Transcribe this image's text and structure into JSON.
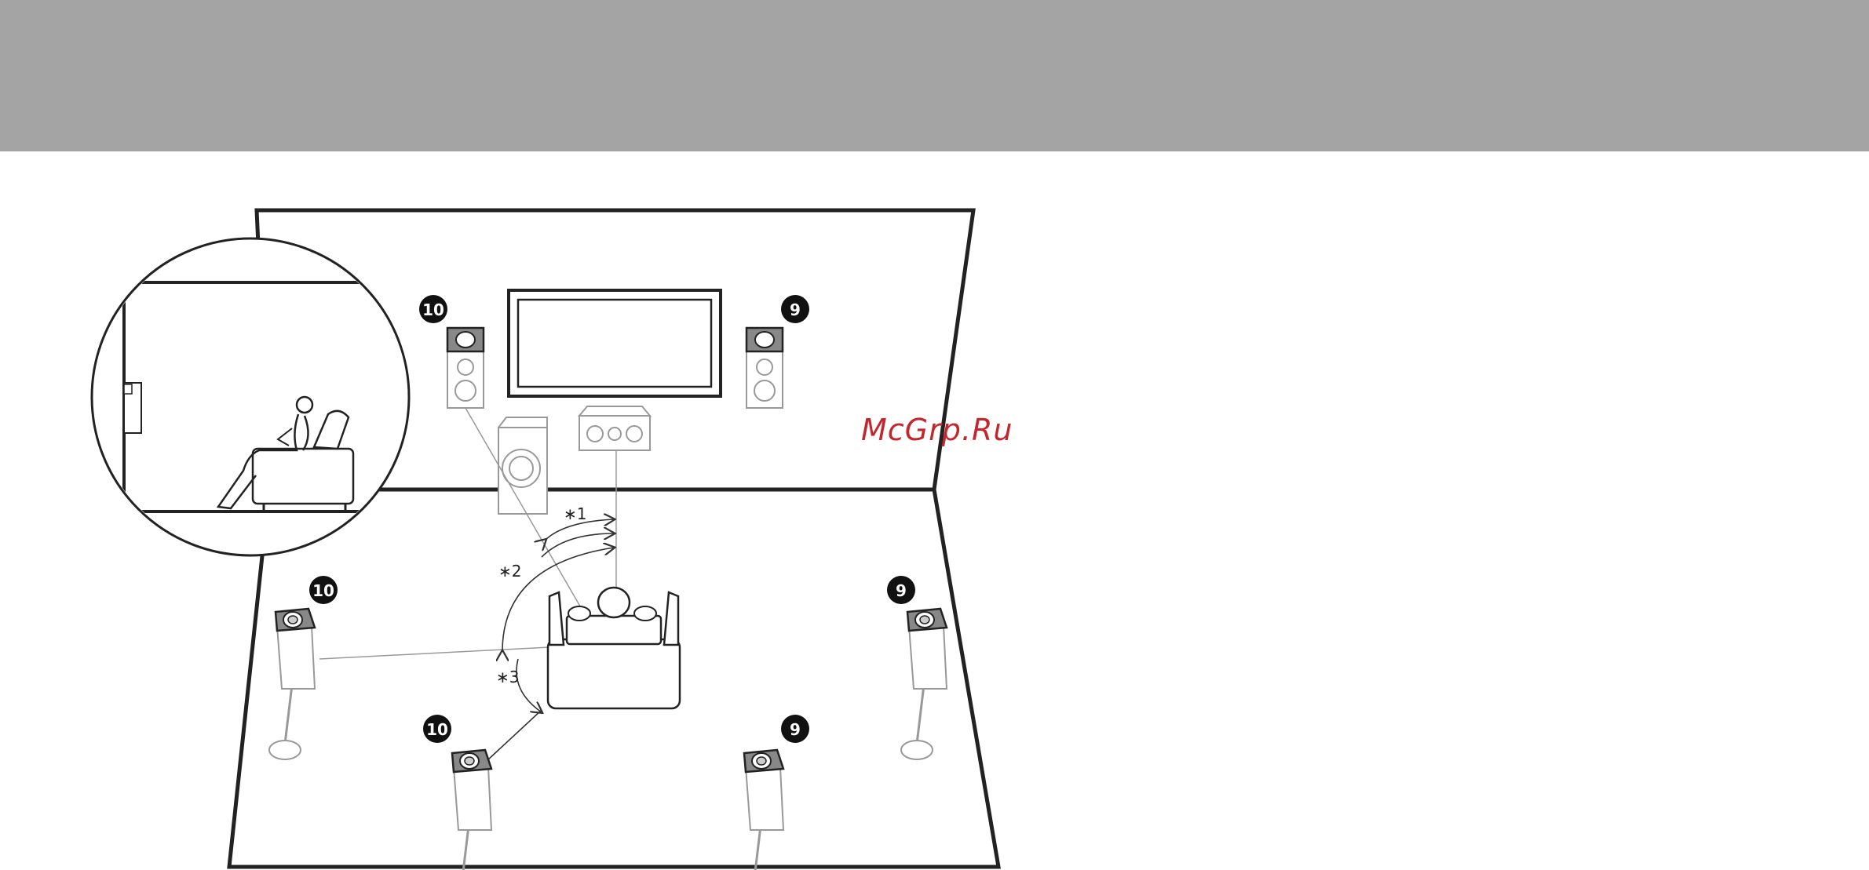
{
  "header": {
    "background_color": "#a5a4a5"
  },
  "watermark": {
    "text": "McGrp.Ru",
    "color": "#c4262e"
  },
  "speaker_badges": {
    "front_left_top": "10",
    "front_right_top": "9",
    "surround_left": "10",
    "surround_right": "9",
    "back_left": "10",
    "back_right": "9"
  },
  "angle_notes": {
    "note1": "∗1",
    "note2": "∗2",
    "note3": "∗3"
  },
  "icons": [
    "speaker-icon",
    "subwoofer-icon",
    "center-speaker-icon",
    "tv-icon",
    "listener-icon",
    "sofa-icon"
  ]
}
